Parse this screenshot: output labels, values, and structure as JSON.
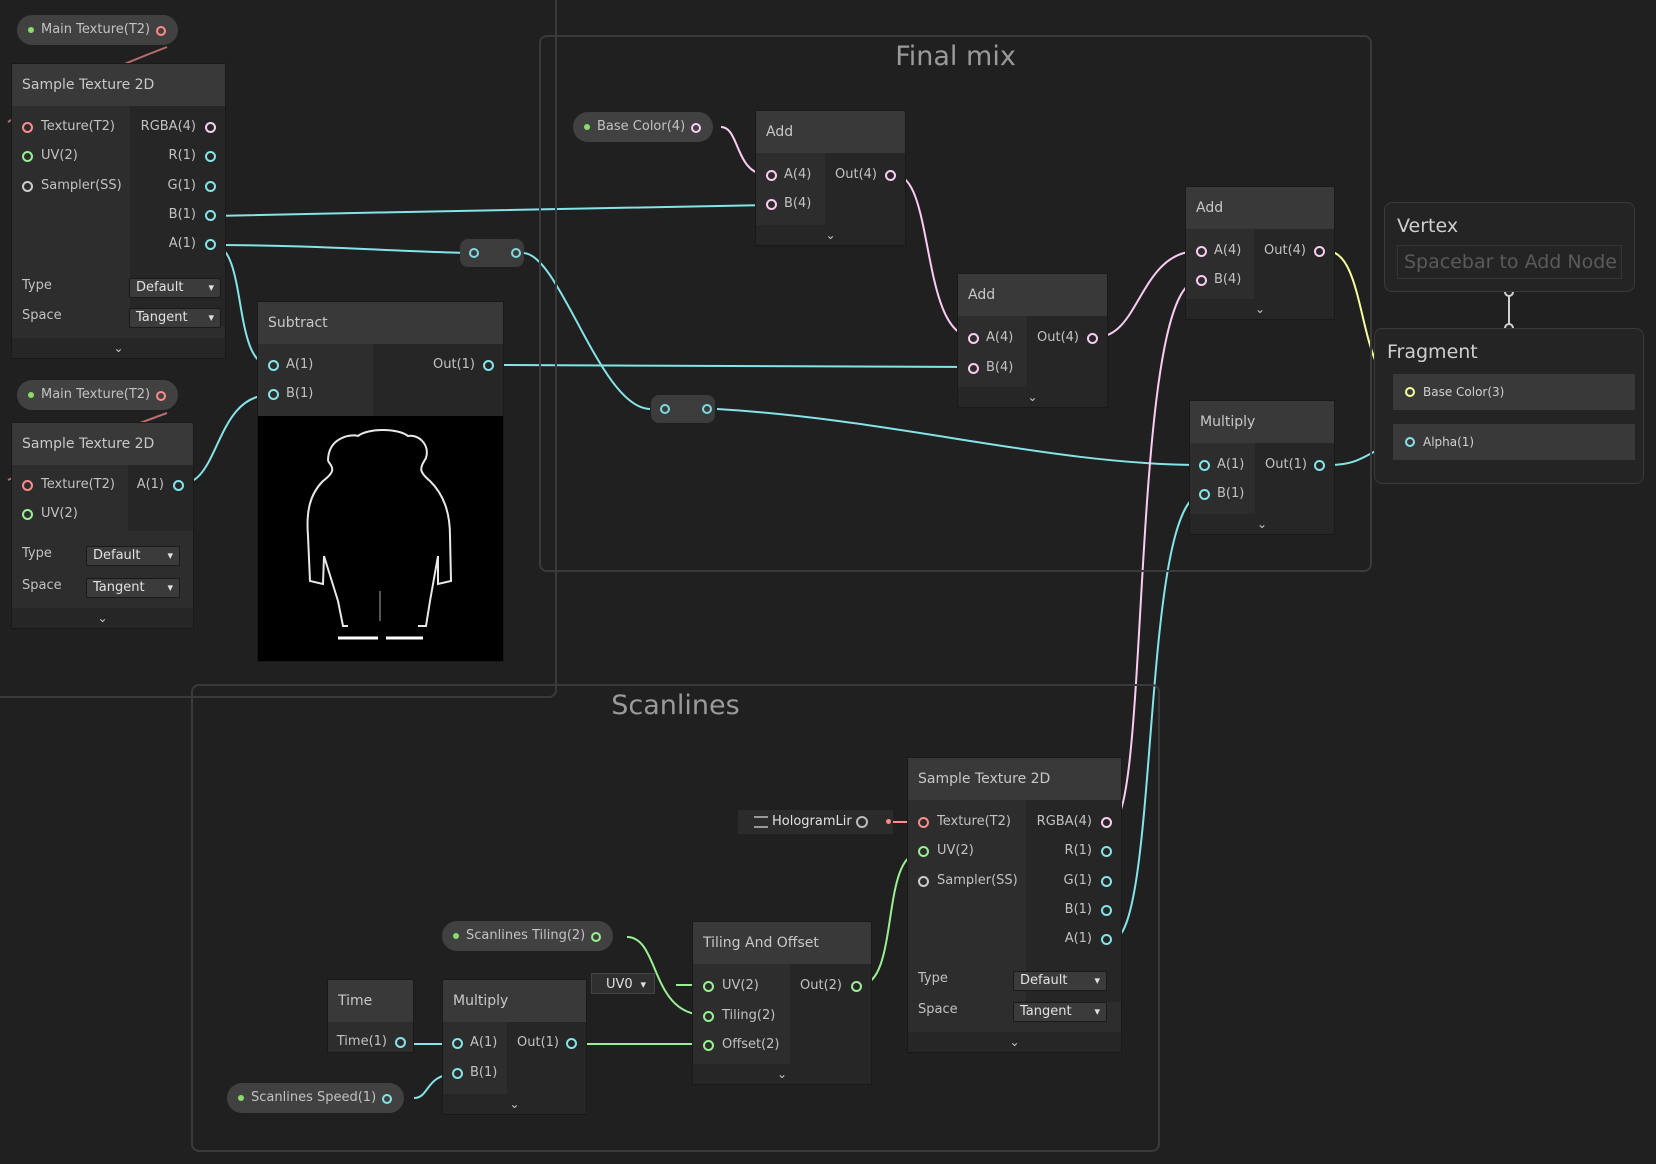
{
  "groups": {
    "final_mix": "Final mix",
    "scanlines": "Scanlines"
  },
  "properties": {
    "main_texture_1": "Main Texture(T2)",
    "main_texture_2": "Main Texture(T2)",
    "base_color": "Base Color(4)",
    "scanlines_tiling": "Scanlines Tiling(2)",
    "scanlines_speed": "Scanlines Speed(1)"
  },
  "nodes": {
    "sample_a": {
      "title": "Sample Texture 2D",
      "inputs": [
        "Texture(T2)",
        "UV(2)",
        "Sampler(SS)"
      ],
      "outputs": [
        "RGBA(4)",
        "R(1)",
        "G(1)",
        "B(1)",
        "A(1)"
      ],
      "type_label": "Type",
      "type_value": "Default",
      "space_label": "Space",
      "space_value": "Tangent",
      "collapse": "⌄"
    },
    "sample_b": {
      "title": "Sample Texture 2D",
      "inputs": [
        "Texture(T2)",
        "UV(2)"
      ],
      "outputs": [
        "A(1)"
      ],
      "type_label": "Type",
      "type_value": "Default",
      "space_label": "Space",
      "space_value": "Tangent",
      "collapse": "⌄"
    },
    "subtract": {
      "title": "Subtract",
      "inputs": [
        "A(1)",
        "B(1)"
      ],
      "outputs": [
        "Out(1)"
      ]
    },
    "add1": {
      "title": "Add",
      "inputs": [
        "A(4)",
        "B(4)"
      ],
      "outputs": [
        "Out(4)"
      ],
      "collapse": "⌄"
    },
    "add2": {
      "title": "Add",
      "inputs": [
        "A(4)",
        "B(4)"
      ],
      "outputs": [
        "Out(4)"
      ],
      "collapse": "⌄"
    },
    "add3": {
      "title": "Add",
      "inputs": [
        "A(4)",
        "B(4)"
      ],
      "outputs": [
        "Out(4)"
      ],
      "collapse": "⌄"
    },
    "multiply_top": {
      "title": "Multiply",
      "inputs": [
        "A(1)",
        "B(1)"
      ],
      "outputs": [
        "Out(1)"
      ],
      "collapse": "⌄"
    },
    "sample_scan": {
      "title": "Sample Texture 2D",
      "inputs": [
        "Texture(T2)",
        "UV(2)",
        "Sampler(SS)"
      ],
      "outputs": [
        "RGBA(4)",
        "R(1)",
        "G(1)",
        "B(1)",
        "A(1)"
      ],
      "type_label": "Type",
      "type_value": "Default",
      "space_label": "Space",
      "space_value": "Tangent",
      "collapse": "⌄",
      "texture_field": "HologramLir"
    },
    "tiling": {
      "title": "Tiling And Offset",
      "inputs": [
        "UV(2)",
        "Tiling(2)",
        "Offset(2)"
      ],
      "outputs": [
        "Out(2)"
      ],
      "uv_dropdown": "UV0",
      "collapse": "⌄"
    },
    "time": {
      "title": "Time",
      "outputs": [
        "Time(1)"
      ]
    },
    "multiply_bottom": {
      "title": "Multiply",
      "inputs": [
        "A(1)",
        "B(1)"
      ],
      "outputs": [
        "Out(1)"
      ],
      "collapse": "⌄"
    }
  },
  "master": {
    "vertex_title": "Vertex",
    "vertex_placeholder": "Spacebar to Add Node",
    "fragment_title": "Fragment",
    "fragment_slots": [
      "Base Color(3)",
      "Alpha(1)"
    ]
  },
  "colors": {
    "float": "#84e4e7",
    "vector4": "#fbcbf4",
    "vector2": "#9aef92",
    "vector3": "#f6ff9a",
    "texture": "#ff8b8b",
    "sampler": "#cccccc"
  }
}
